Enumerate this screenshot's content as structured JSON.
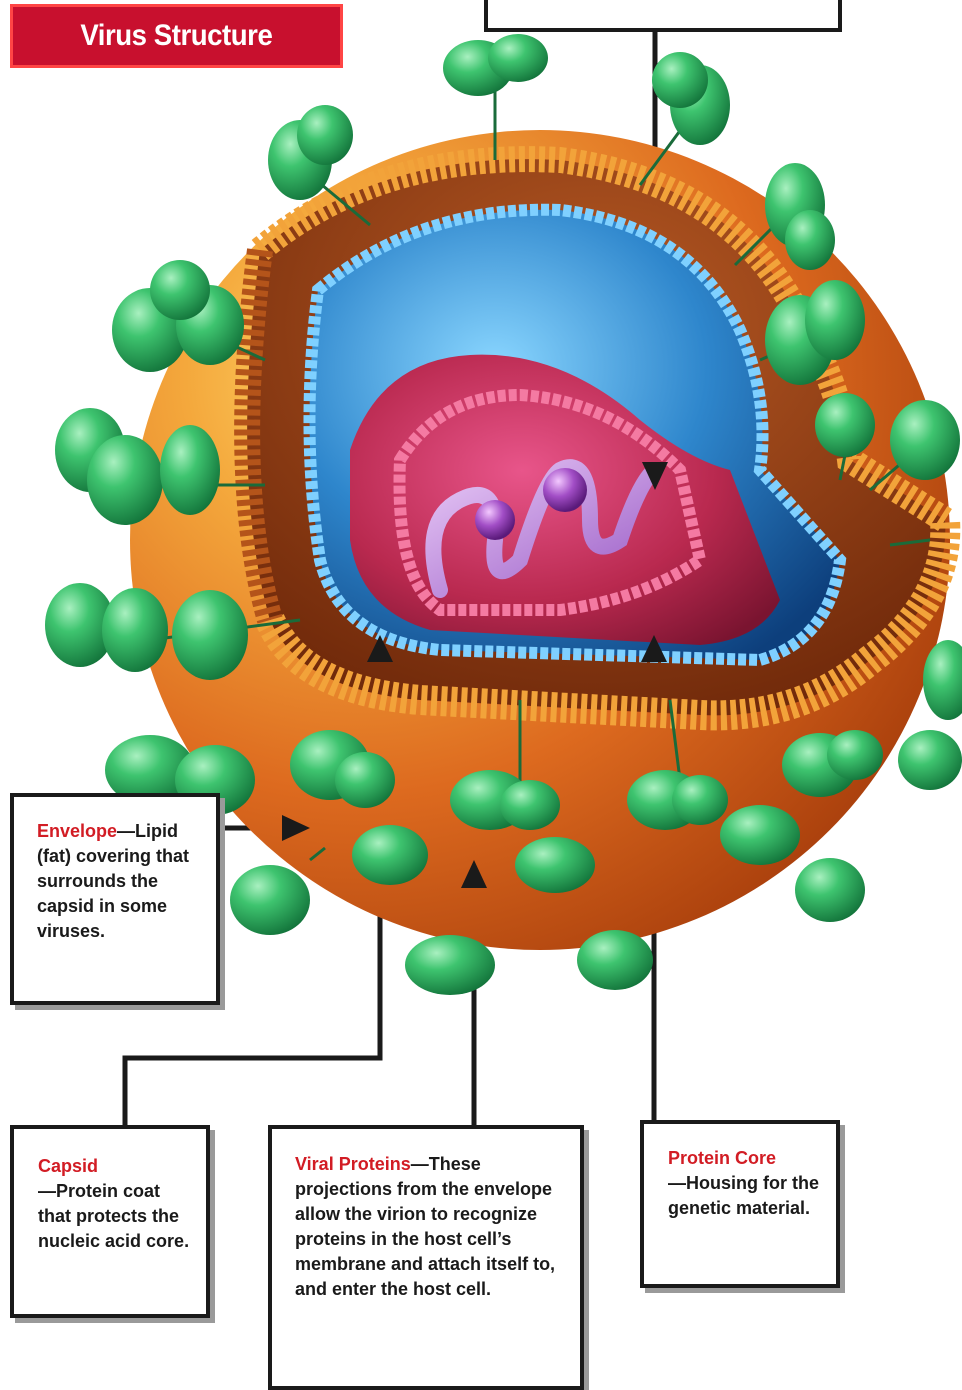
{
  "title": "Virus Structure",
  "callouts": {
    "envelope": {
      "term": "Envelope",
      "text": "—Lipid (fat) covering that surrounds the capsid in some viruses."
    },
    "capsid": {
      "term": "Capsid",
      "text": "—Protein coat that protects the nucleic acid core."
    },
    "viral_proteins": {
      "term": "Viral Proteins",
      "text": "—These projections from the envelope allow the virion to recognize proteins in the host cell’s membrane and attach itself to, and enter the host cell."
    },
    "protein_core": {
      "term": "Protein Core",
      "text": "—Housing for the genetic material."
    }
  },
  "colors": {
    "title_bg": "#c8102e",
    "term": "#d21c24",
    "envelope_outer": "#d9661d",
    "lipid_beads": "#f2a33a",
    "capsid_blue": "#2f7fc8",
    "core_pink": "#c4325e",
    "spike_green": "#2aa85a",
    "genome_purple": "#b57ad6"
  }
}
